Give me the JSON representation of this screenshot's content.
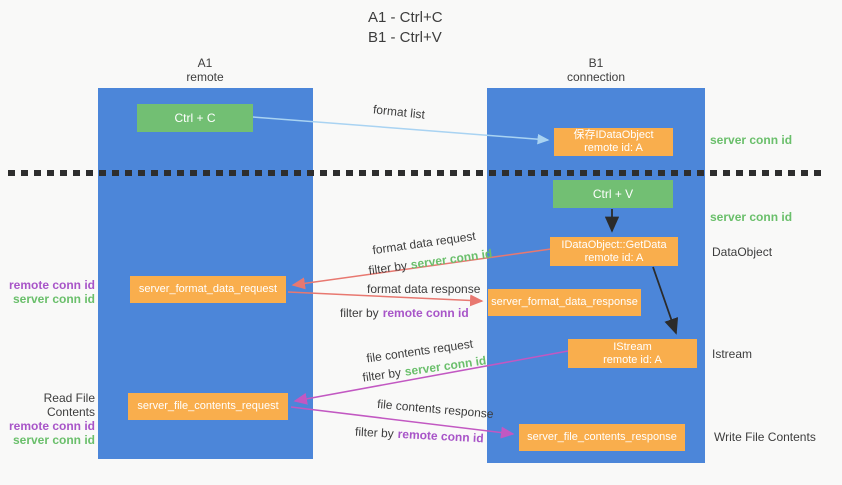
{
  "colors": {
    "background": "#f9f9f8",
    "lane": "#4c86d9",
    "green": "#72bf73",
    "orange": "#f9ae4d",
    "green_text": "#6abf6b",
    "purple_text": "#a855c8",
    "red_arrow": "#e87870",
    "magenta_arrow": "#c258c2",
    "light_blue_arrow": "#a9d3f2",
    "black_arrow": "#2b2b2b",
    "dark_text": "#3d3d3d",
    "dash": "#2e2e2e"
  },
  "title": {
    "line1": "A1 - Ctrl+C",
    "line2": "B1 - Ctrl+V"
  },
  "lanes": {
    "left": {
      "name": "A1",
      "role": "remote"
    },
    "right": {
      "name": "B1",
      "role": "connection"
    }
  },
  "nodes": {
    "ctrl_c": "Ctrl + C",
    "ctrl_v": "Ctrl + V",
    "save_dataobject_line1": "保存IDataObject",
    "save_dataobject_line2": "remote id: A",
    "getdata_line1": "IDataObject::GetData",
    "getdata_line2": "remote id: A",
    "istream_line1": "IStream",
    "istream_line2": "remote id: A",
    "format_request": "server_format_data_request",
    "format_response": "server_format_data_response",
    "file_request": "server_file_contents_request",
    "file_response": "server_file_contents_response"
  },
  "edge_labels": {
    "format_list": "format list",
    "format_data_request": "format data request",
    "format_data_response": "format data response",
    "file_contents_request": "file contents request",
    "file_contents_response": "file contents response",
    "filter_by": "filter by",
    "server_conn_id": "server conn id",
    "remote_conn_id": "remote conn id"
  },
  "side_labels": {
    "server_conn_id_top": "server conn id",
    "server_conn_id_mid": "server conn id",
    "dataobject": "DataObject",
    "istream": "Istream",
    "write_file_contents": "Write File Contents",
    "read_file_contents": "Read File Contents",
    "remote_conn_id": "remote conn id",
    "server_conn_id": "server conn id"
  }
}
